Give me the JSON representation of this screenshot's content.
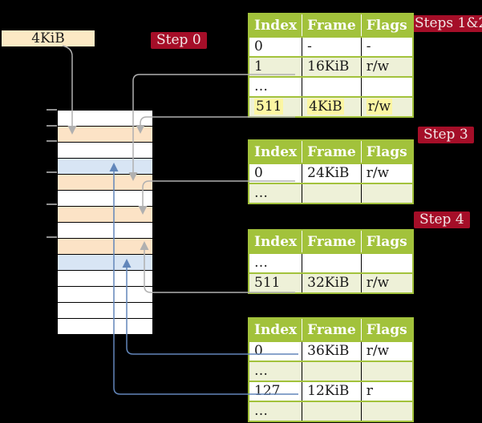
{
  "frame_box": {
    "label": "4KiB"
  },
  "badges": {
    "step0": "Step 0",
    "steps12": "Steps 1&2",
    "step3": "Step 3",
    "step4": "Step 4"
  },
  "columns": [
    "Index",
    "Frame",
    "Flags"
  ],
  "tables": [
    {
      "name": "steps-1-2",
      "rows": [
        {
          "cells": [
            "0",
            "-",
            "-"
          ],
          "shade": false,
          "highlight": false
        },
        {
          "cells": [
            "1",
            "16KiB",
            "r/w"
          ],
          "shade": true,
          "highlight": false
        },
        {
          "cells": [
            "…",
            "",
            ""
          ],
          "shade": false,
          "highlight": false
        },
        {
          "cells": [
            "511",
            "4KiB",
            "r/w"
          ],
          "shade": true,
          "highlight": true
        }
      ]
    },
    {
      "name": "step-3",
      "rows": [
        {
          "cells": [
            "0",
            "24KiB",
            "r/w"
          ],
          "shade": false,
          "highlight": false
        },
        {
          "cells": [
            "…",
            "",
            ""
          ],
          "shade": true,
          "highlight": false
        }
      ]
    },
    {
      "name": "step-4",
      "rows": [
        {
          "cells": [
            "…",
            "",
            ""
          ],
          "shade": false,
          "highlight": false
        },
        {
          "cells": [
            "511",
            "32KiB",
            "r/w"
          ],
          "shade": true,
          "highlight": false
        }
      ]
    },
    {
      "name": "final-level",
      "rows": [
        {
          "cells": [
            "0",
            "36KiB",
            "r/w"
          ],
          "shade": false,
          "highlight": false
        },
        {
          "cells": [
            "…",
            "",
            ""
          ],
          "shade": true,
          "highlight": false
        },
        {
          "cells": [
            "127",
            "12KiB",
            "r"
          ],
          "shade": false,
          "highlight": false
        },
        {
          "cells": [
            "…",
            "",
            ""
          ],
          "shade": true,
          "highlight": false
        }
      ]
    }
  ],
  "memory": {
    "rows": [
      "white",
      "peach",
      "white",
      "blue",
      "peach",
      "white",
      "peach",
      "white",
      "peach",
      "blue",
      "white",
      "white",
      "white",
      "white"
    ]
  },
  "colors": {
    "table_green": "#a2c23b",
    "row_shade": "#eef1d8",
    "peach": "#fce3c6",
    "frame_blue": "#d8e5f4",
    "highlight_yellow": "#fcf6a2",
    "badge_red": "#a50e28",
    "box_wheat": "#fbe9c4",
    "line_gray": "#b0b0b0",
    "line_blue": "#6286ba"
  }
}
